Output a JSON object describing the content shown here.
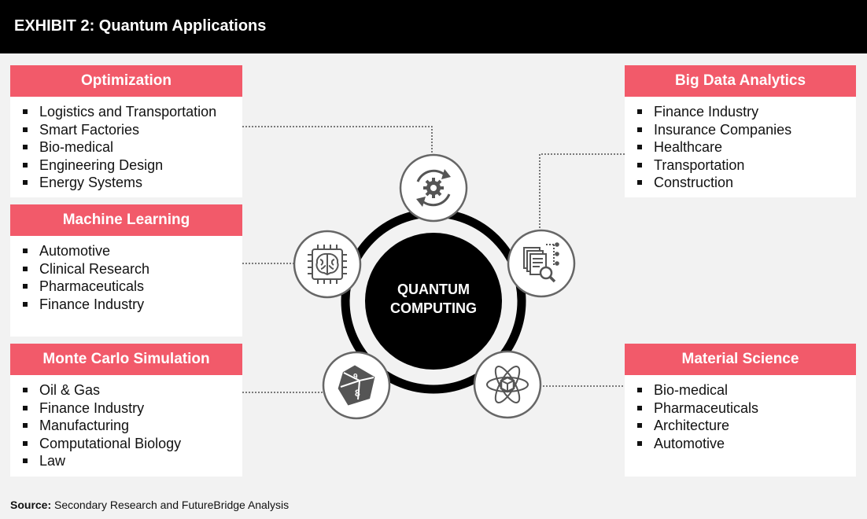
{
  "header": {
    "title": "EXHIBIT 2: Quantum Applications"
  },
  "center": {
    "line1": "QUANTUM",
    "line2": "COMPUTING"
  },
  "cards": {
    "optimization": {
      "title": "Optimization",
      "items": [
        "Logistics and Transportation",
        "Smart Factories",
        "Bio-medical",
        "Engineering Design",
        "Energy Systems"
      ]
    },
    "machine_learning": {
      "title": "Machine Learning",
      "items": [
        "Automotive",
        "Clinical Research",
        "Pharmaceuticals",
        "Finance Industry"
      ]
    },
    "monte_carlo": {
      "title": "Monte Carlo Simulation",
      "items": [
        "Oil & Gas",
        "Finance Industry",
        "Manufacturing",
        "Computational Biology",
        "Law"
      ]
    },
    "big_data": {
      "title": "Big Data Analytics",
      "items": [
        "Finance Industry",
        "Insurance Companies",
        "Healthcare",
        "Transportation",
        "Construction"
      ]
    },
    "material_science": {
      "title": "Material Science",
      "items": [
        "Bio-medical",
        "Pharmaceuticals",
        "Architecture",
        "Automotive"
      ]
    }
  },
  "source": {
    "label": "Source:",
    "text": " Secondary Research and FutureBridge Analysis"
  },
  "icons": {
    "optimization": "gear-cycle-icon",
    "machine_learning": "brain-chip-icon",
    "big_data": "document-analysis-icon",
    "monte_carlo": "dice-icon",
    "material_science": "atom-icon"
  },
  "colors": {
    "accent": "#f25a6a",
    "header": "#000000",
    "hub": "#000000",
    "icon": "#555555"
  }
}
